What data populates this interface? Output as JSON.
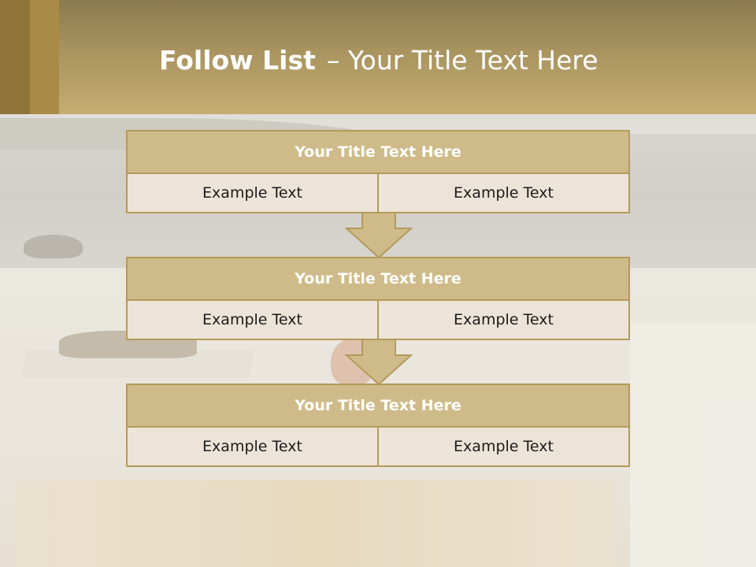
{
  "header": {
    "title_bold": "Follow List",
    "title_rest": "– Your Title Text Here"
  },
  "blocks": [
    {
      "title": "Your Title Text Here",
      "left": "Example Text",
      "right": "Example Text"
    },
    {
      "title": "Your Title Text Here",
      "left": "Example Text",
      "right": "Example Text"
    },
    {
      "title": "Your Title Text Here",
      "left": "Example Text",
      "right": "Example Text"
    }
  ],
  "colors": {
    "header": "#c5ad73",
    "title_fill": "#cfbb89",
    "cell_fill": "#ece4d8",
    "border": "#b49a5a"
  }
}
